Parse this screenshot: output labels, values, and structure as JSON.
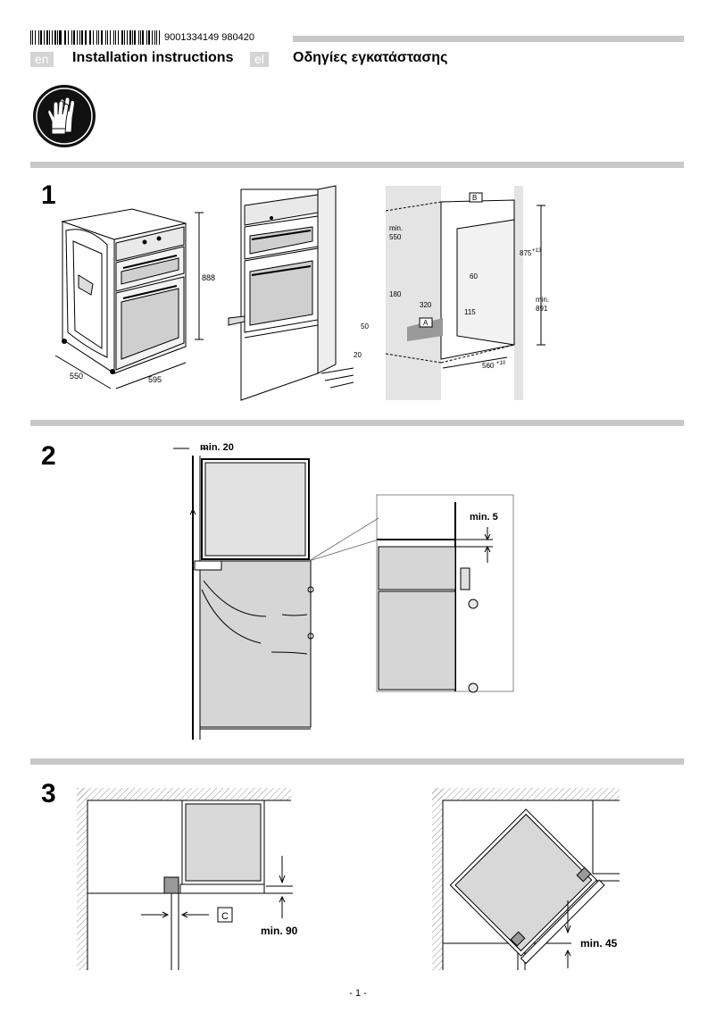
{
  "header": {
    "code": "9001334149   980420",
    "languages": [
      {
        "code": "en",
        "title": "Installation instructions"
      },
      {
        "code": "el",
        "title": "Οδηγίες εγκατάστασης"
      }
    ],
    "safety_icon": "gloves-icon"
  },
  "steps": {
    "step1": {
      "number": "1",
      "labels": {
        "depth": "550",
        "width": "595",
        "height": "888",
        "min_label": "min.",
        "min_depth": "550",
        "d180": "180",
        "d320": "320",
        "d60": "60",
        "d115": "115",
        "d50": "50",
        "d20": "20",
        "niche_height": "875",
        "niche_height_tol": "+13",
        "min_label2": "min.",
        "min_height": "891",
        "niche_width": "560",
        "niche_width_tol": "+10",
        "marker_a": "A",
        "marker_b": "B"
      }
    },
    "step2": {
      "number": "2",
      "labels": {
        "min_20": "min. 20",
        "min_5": "min. 5"
      }
    },
    "step3": {
      "number": "3",
      "labels": {
        "min_90": "min. 90",
        "marker_c": "C",
        "min_45": "min. 45"
      }
    }
  },
  "footer": {
    "page": "- 1 -"
  }
}
